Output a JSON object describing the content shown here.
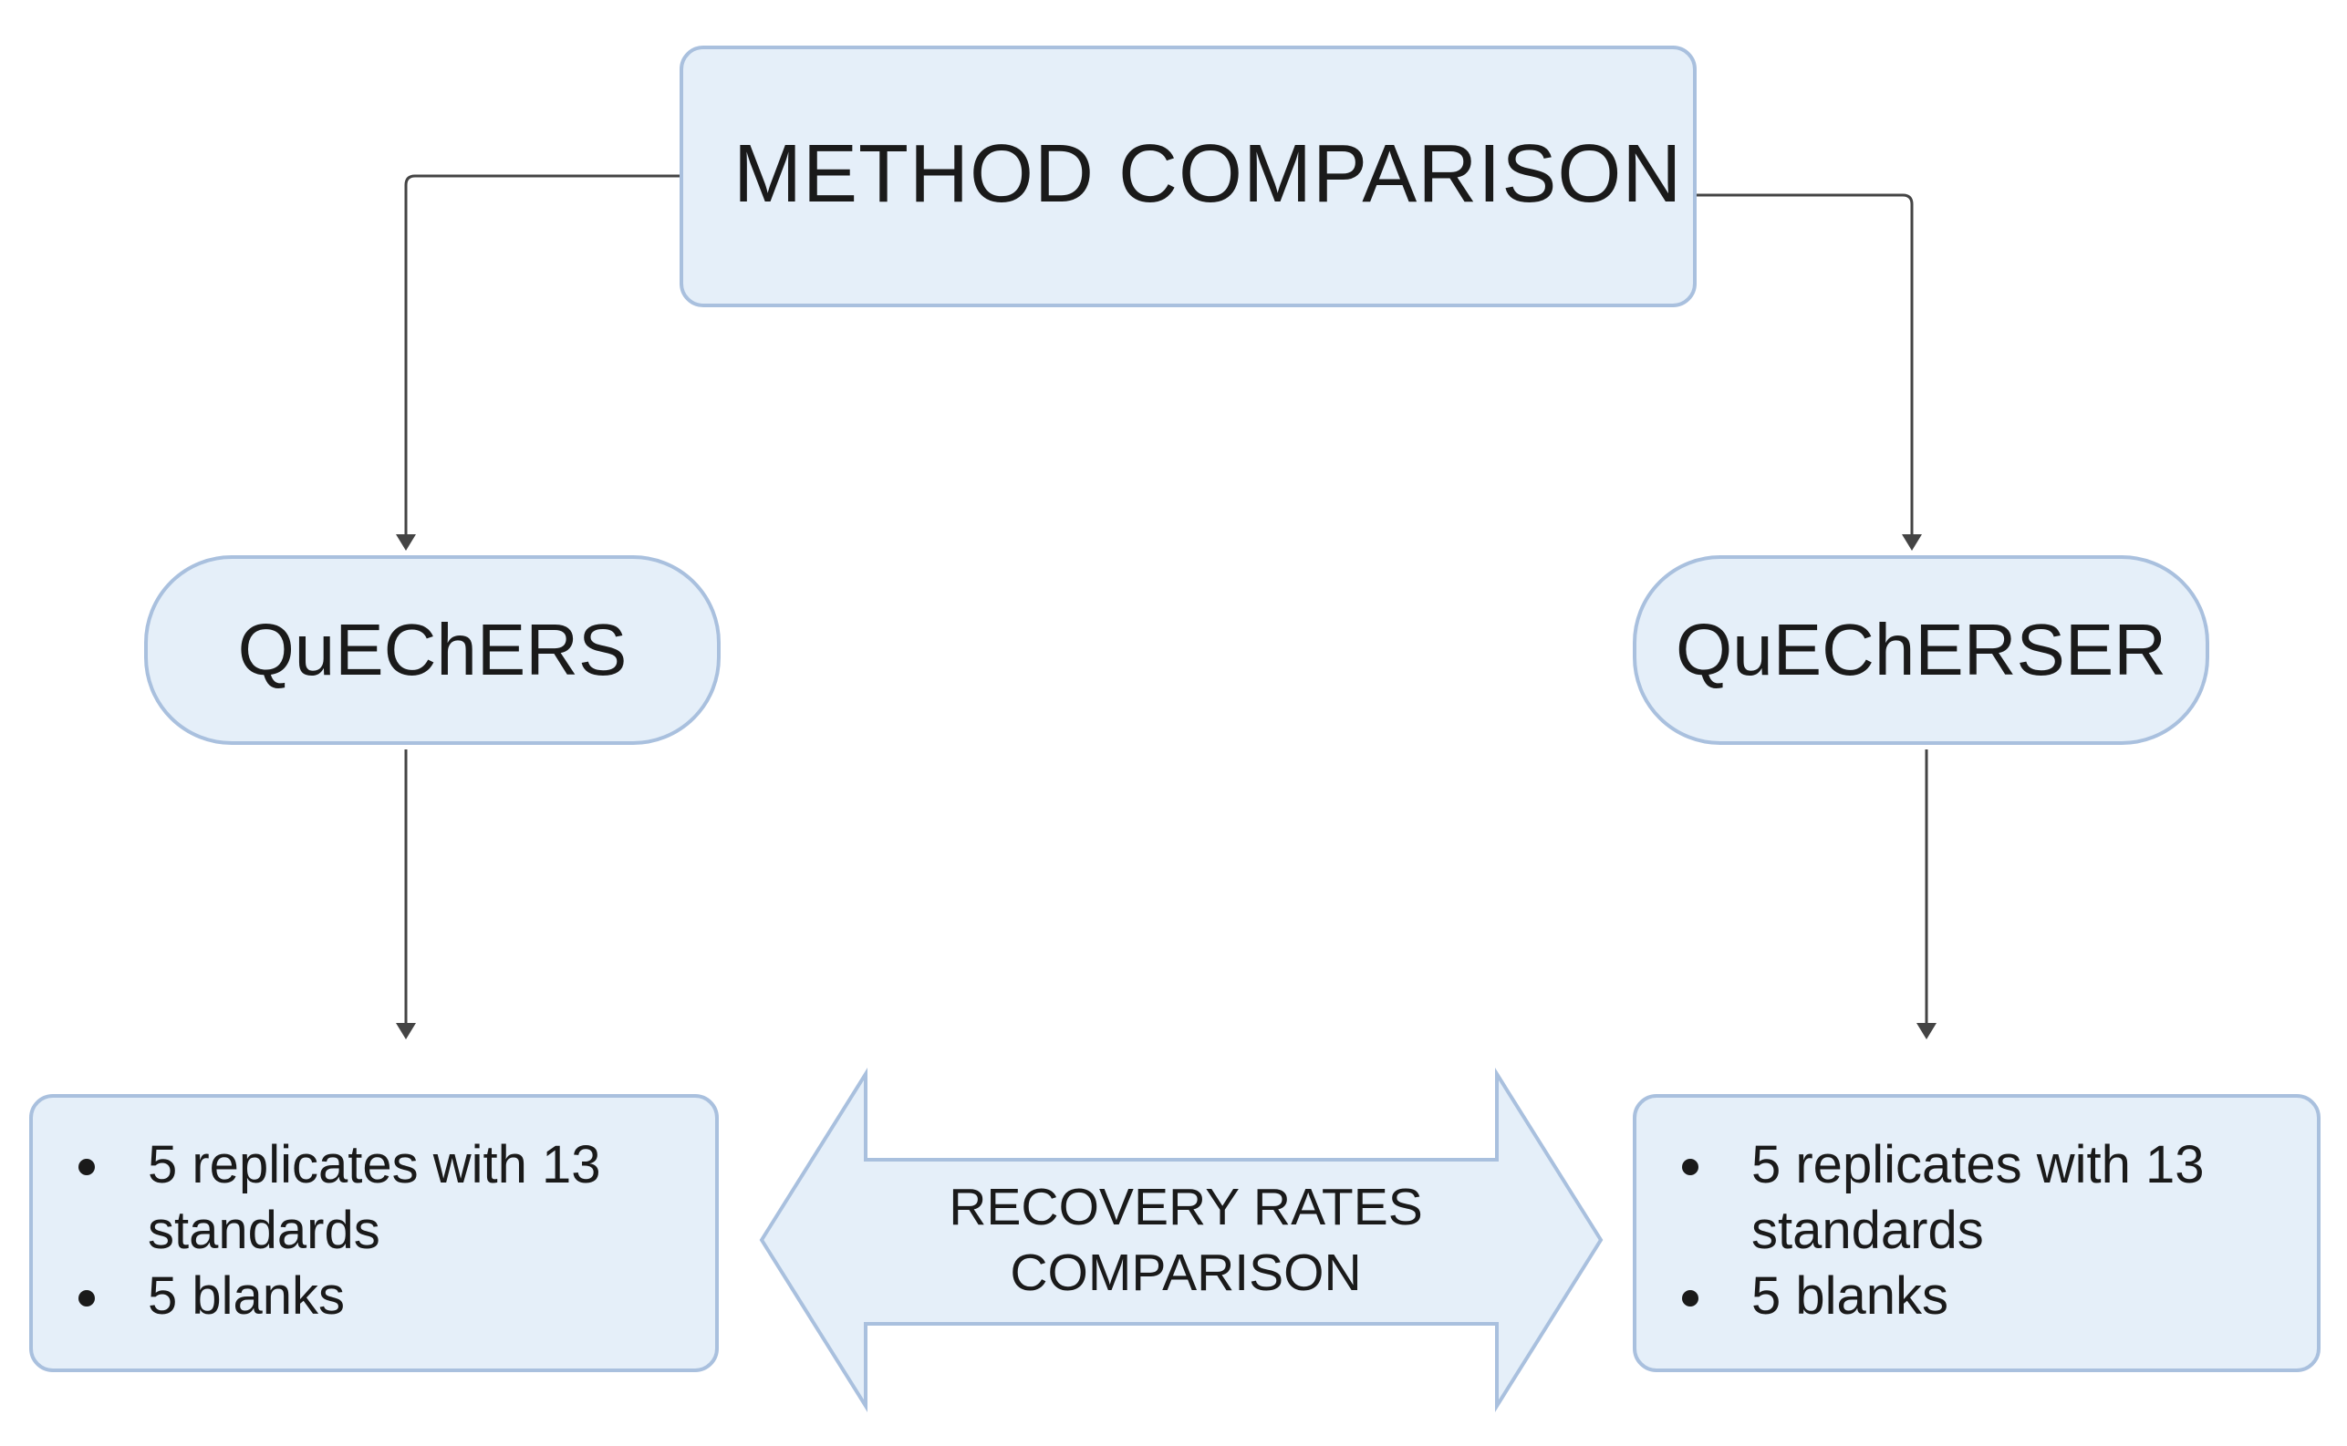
{
  "diagram": {
    "top_node": {
      "label": "METHOD COMPARISON"
    },
    "left_node": {
      "label": "QuEChERS"
    },
    "right_node": {
      "label": "QuEChERSER"
    },
    "left_box": {
      "items": [
        "5 replicates with 13 standards",
        "5 blanks"
      ]
    },
    "right_box": {
      "items": [
        "5 replicates with 13 standards",
        "5 blanks"
      ]
    },
    "center_arrow": {
      "line1": "RECOVERY RATES",
      "line2": "COMPARISON"
    }
  },
  "colors": {
    "box_fill": "#e5eff9",
    "box_border": "#a9c0de",
    "connector": "#444444",
    "text": "#1a1a1a"
  }
}
